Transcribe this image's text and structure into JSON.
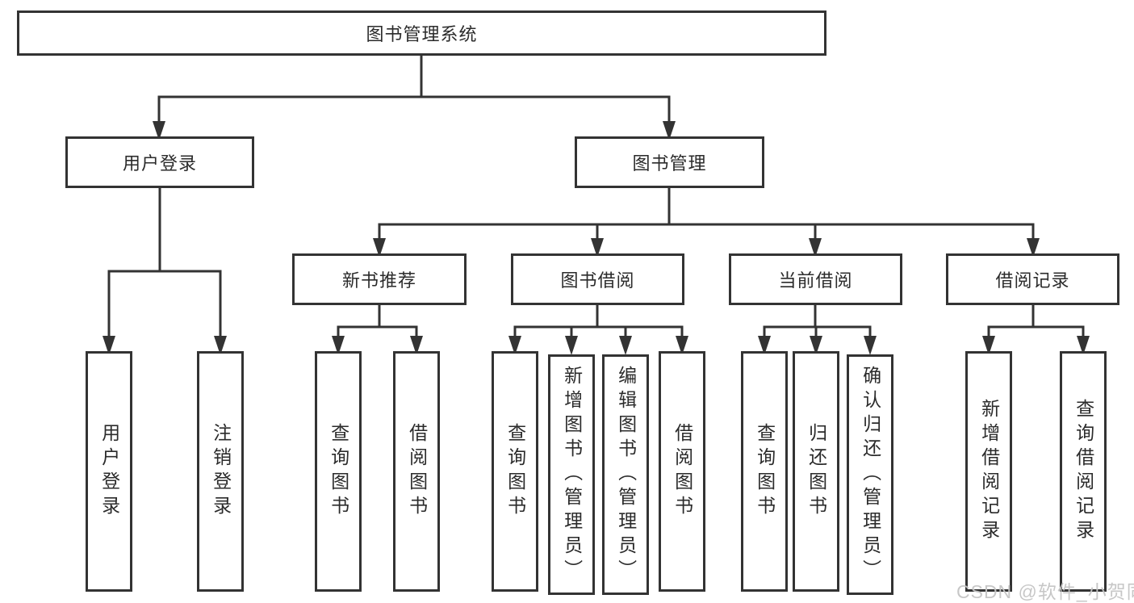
{
  "diagram": {
    "root": "图书管理系统",
    "level2": [
      "用户登录",
      "图书管理"
    ],
    "level3": [
      "新书推荐",
      "图书借阅",
      "当前借阅",
      "借阅记录"
    ],
    "leaves": {
      "user_login": [
        "用户登录",
        "注销登录"
      ],
      "new_book_recommend": [
        "查询图书",
        "借阅图书"
      ],
      "book_borrow": [
        "查询图书",
        "新增图书（管理员）",
        "编辑图书（管理员）",
        "借阅图书"
      ],
      "current_borrow": [
        "查询图书",
        "归还图书",
        "确认归还（管理员）"
      ],
      "borrow_records": [
        "新增借阅记录",
        "查询借阅记录"
      ]
    }
  },
  "watermark": "CSDN @软件_小贺同学",
  "colors": {
    "line": "#333333",
    "box_background": "#ffffff",
    "text": "#2b2b2b",
    "watermark": "#c5c5c5"
  }
}
